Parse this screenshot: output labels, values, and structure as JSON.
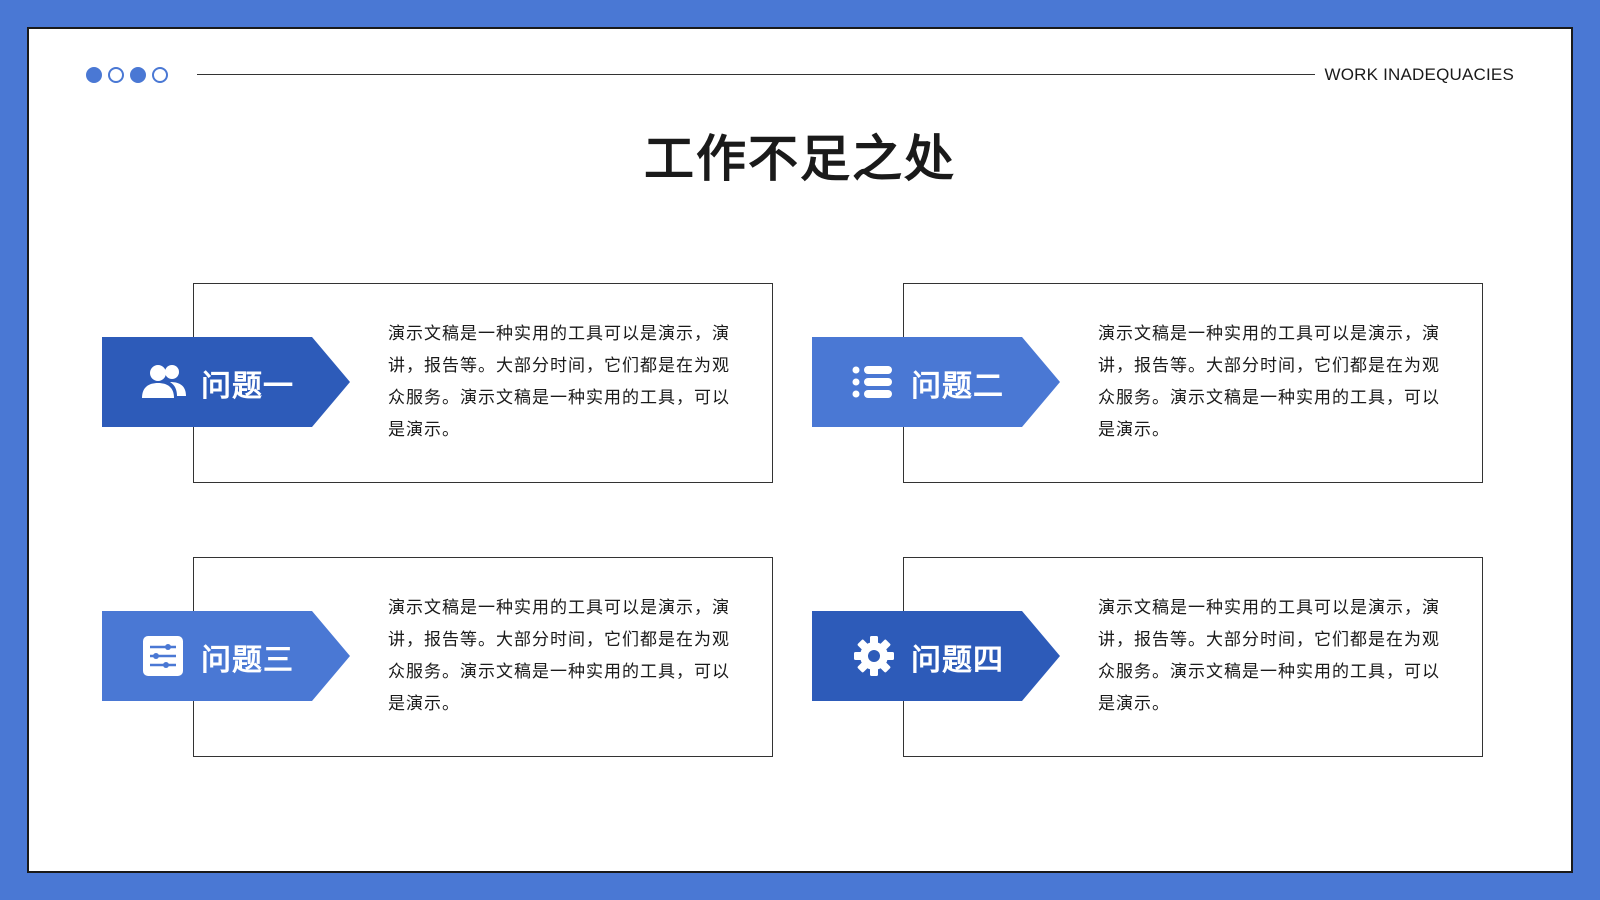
{
  "header": {
    "label": "WORK INADEQUACIES",
    "dots": [
      "filled",
      "outline",
      "filled",
      "outline"
    ]
  },
  "title": "工作不足之处",
  "issues": [
    {
      "tag": "问题一",
      "icon": "users-icon",
      "text": "演示文稿是一种实用的工具可以是演示，演讲，报告等。大部分时间，它们都是在为观众服务。演示文稿是一种实用的工具，可以是演示。"
    },
    {
      "tag": "问题二",
      "icon": "list-icon",
      "text": "演示文稿是一种实用的工具可以是演示，演讲，报告等。大部分时间，它们都是在为观众服务。演示文稿是一种实用的工具，可以是演示。"
    },
    {
      "tag": "问题三",
      "icon": "sliders-icon",
      "text": "演示文稿是一种实用的工具可以是演示，演讲，报告等。大部分时间，它们都是在为观众服务。演示文稿是一种实用的工具，可以是演示。"
    },
    {
      "tag": "问题四",
      "icon": "gear-icon",
      "text": "演示文稿是一种实用的工具可以是演示，演讲，报告等。大部分时间，它们都是在为观众服务。演示文稿是一种实用的工具，可以是演示。"
    }
  ],
  "colors": {
    "frame": "#4a78d4",
    "tag_dark": "#2d5bb9",
    "tag_light": "#4a78d4",
    "text": "#1a1a1a"
  }
}
